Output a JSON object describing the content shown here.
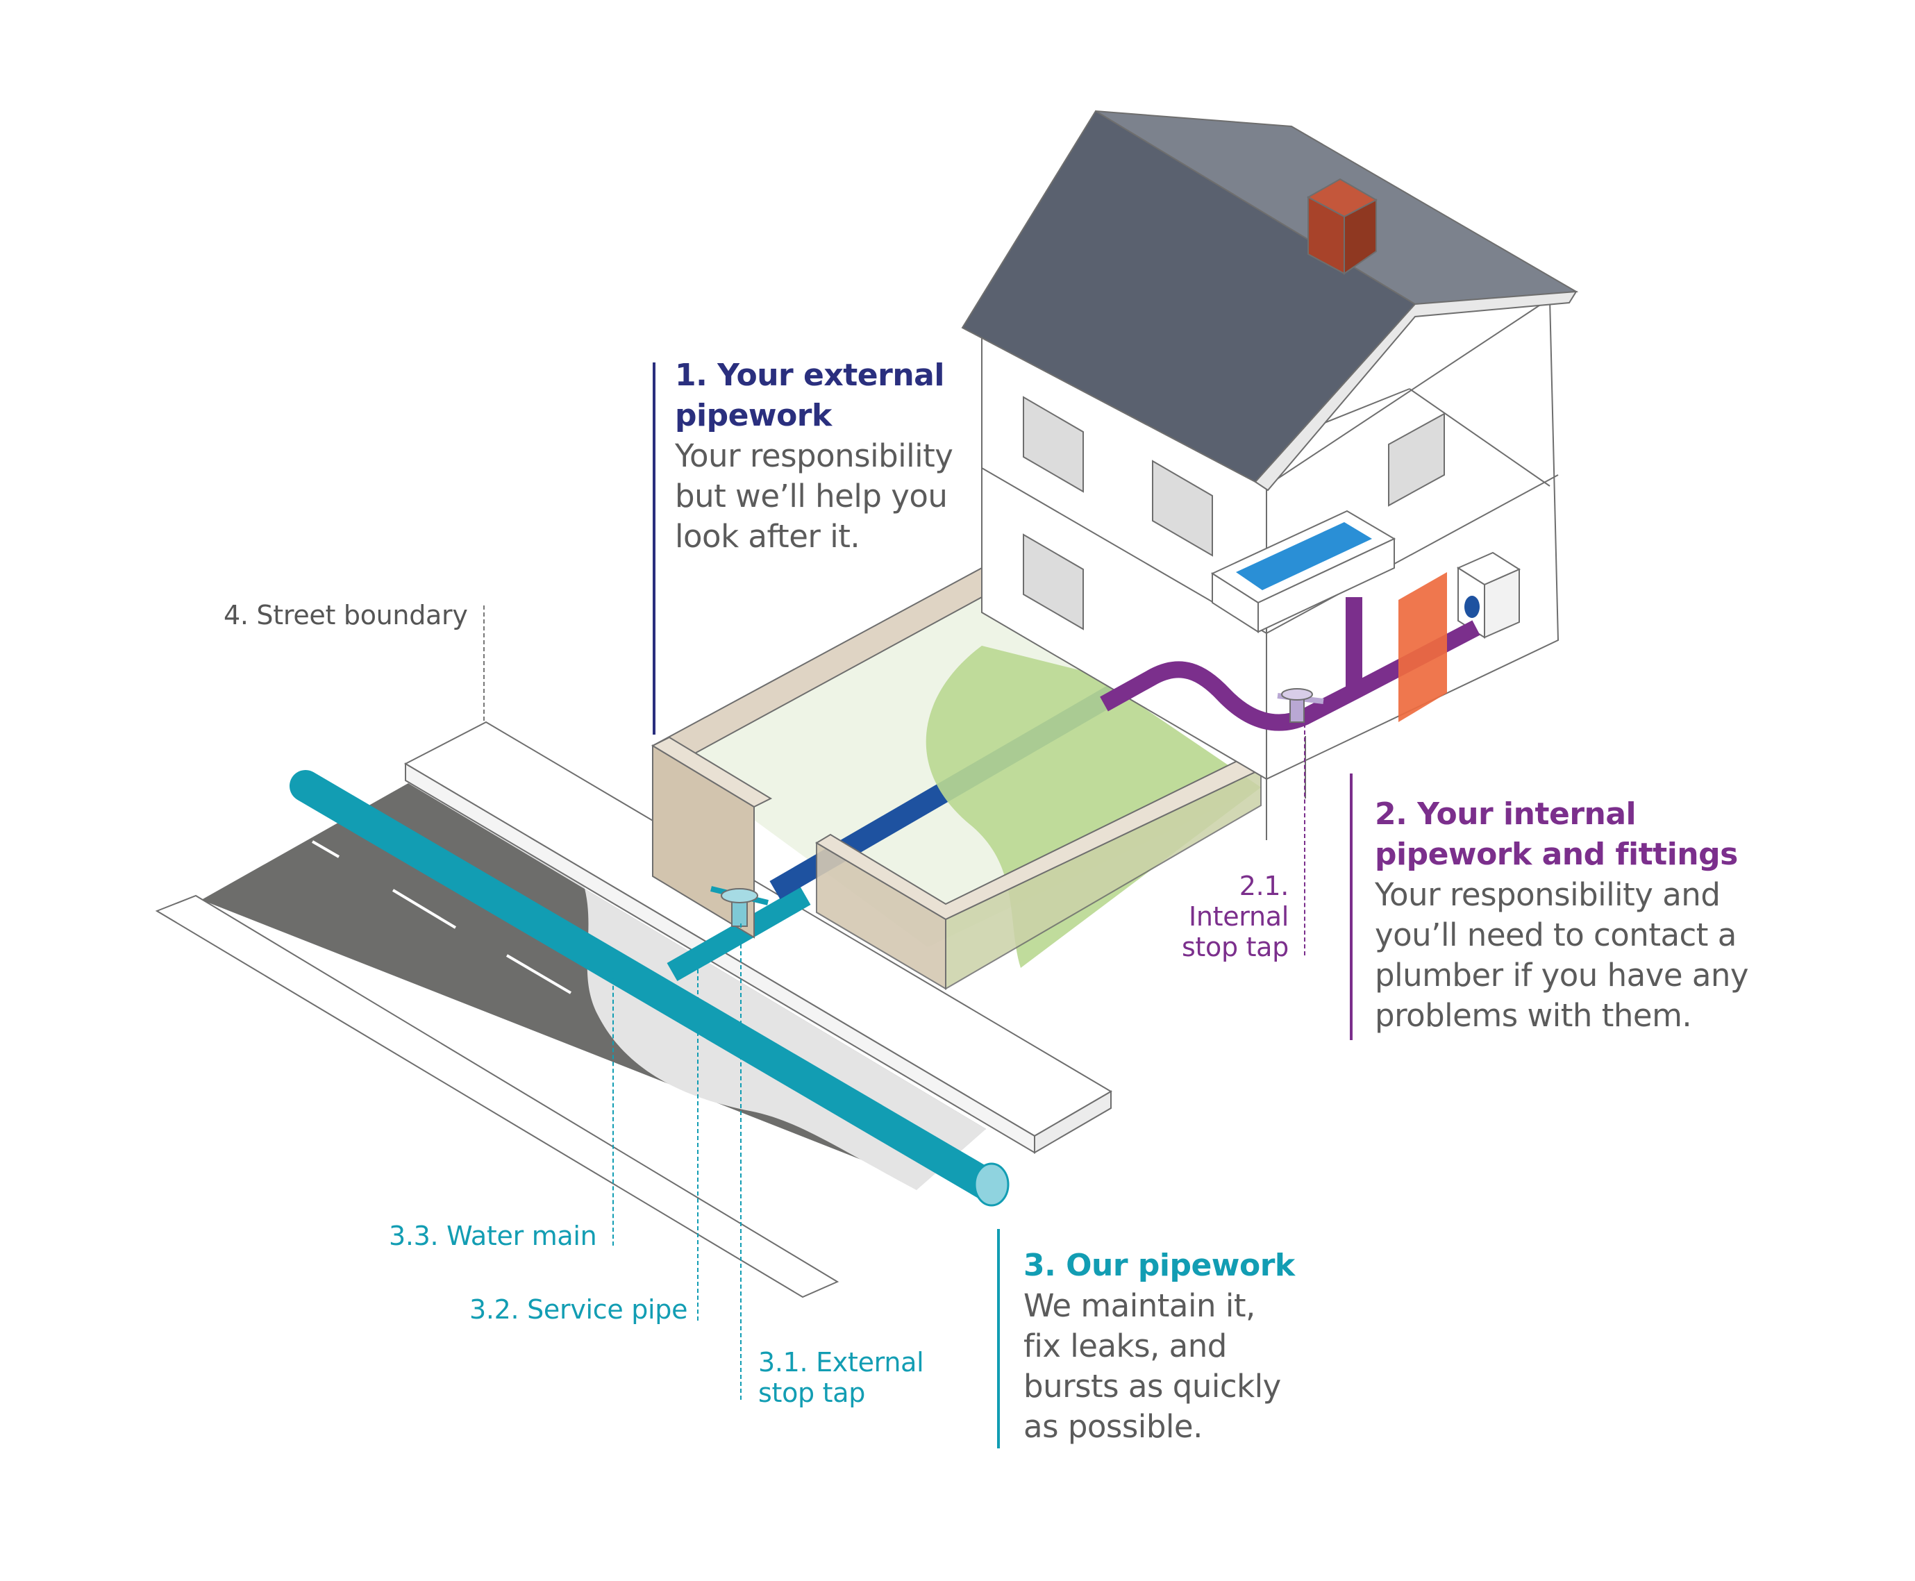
{
  "colors": {
    "navy": "#2a2f7e",
    "purple": "#7b2f8c",
    "teal": "#129db3",
    "grey_text": "#5b5b5b"
  },
  "callouts": {
    "external": {
      "heading": [
        "1. Your external",
        "pipework"
      ],
      "body": [
        "Your responsibility",
        "but we’ll help you",
        "look after it."
      ]
    },
    "internal": {
      "heading": [
        "2. Your internal",
        "pipework and fittings"
      ],
      "body": [
        "Your responsibility and",
        "you’ll need to contact a",
        "plumber if you have any",
        "problems with them."
      ]
    },
    "ours": {
      "heading": [
        "3. Our pipework"
      ],
      "body": [
        "We maintain it,",
        "fix leaks, and",
        "bursts as quickly",
        "as possible."
      ]
    }
  },
  "labels": {
    "street_boundary": "4. Street boundary",
    "internal_stop_tap": [
      "2.1.",
      "Internal",
      "stop tap"
    ],
    "water_main": "3.3. Water main",
    "service_pipe": "3.2. Service pipe",
    "external_stop_tap": [
      "3.1. External",
      "stop tap"
    ]
  },
  "icons": [
    "house-illustration",
    "roof",
    "chimney",
    "bath-icon",
    "washing-machine-icon",
    "front-door",
    "stop-tap-icon",
    "water-main-pipe",
    "service-pipe",
    "internal-pipe",
    "road",
    "pavement",
    "garden-lawn",
    "garden-wall"
  ]
}
